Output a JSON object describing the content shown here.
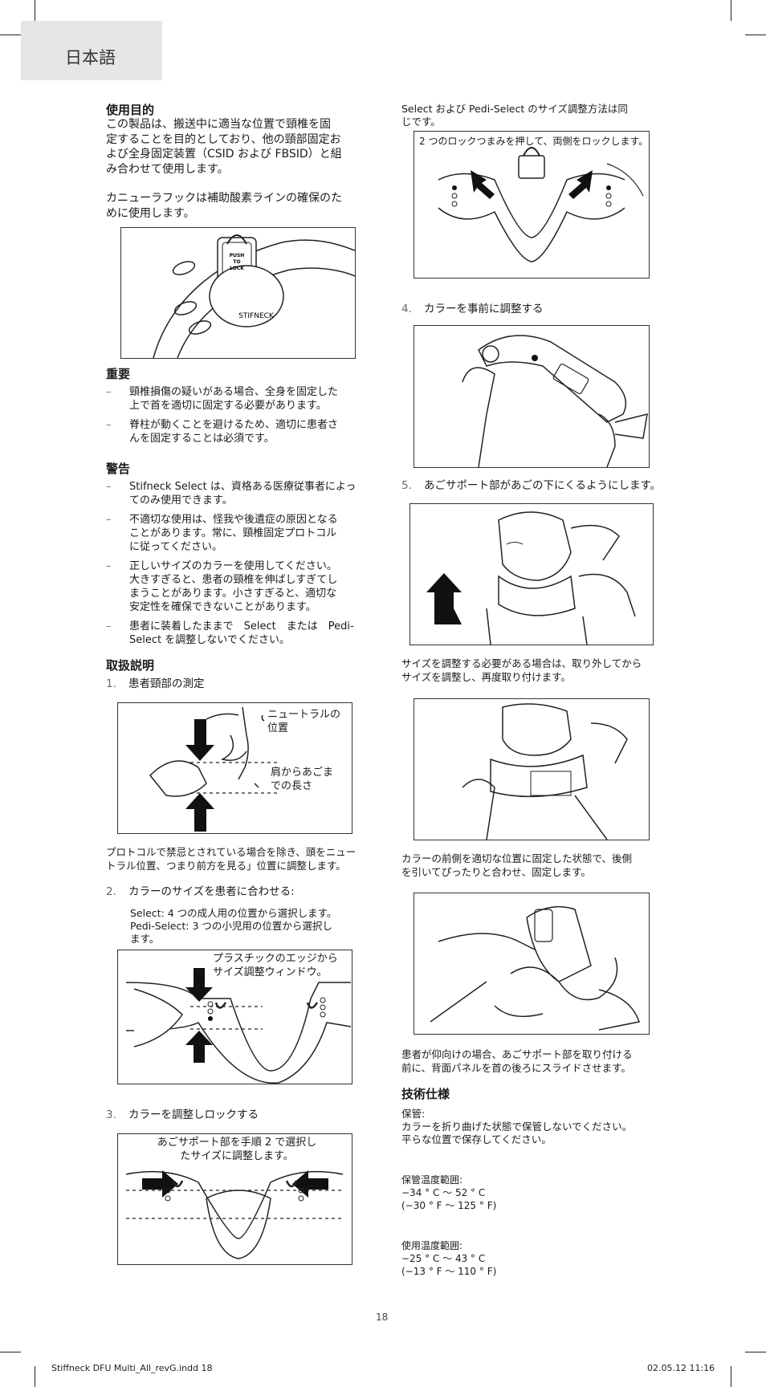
{
  "language_tab": "日本語",
  "left": {
    "purpose_heading": "使用目的",
    "purpose_text_lines": [
      "この製品は、搬送中に適当な位置で頸椎を固",
      "定することを目的としており、他の頸部固定お",
      "よび全身固定装置（CSID および FBSID）と組",
      "み合わせて使用します。"
    ],
    "cannula_lines": [
      "カニューラフックは補助酸素ラインの確保のた",
      "めに使用します。"
    ],
    "fig1_labels": {
      "push": "PUSH",
      "to": "TO",
      "lock": "LOCK",
      "brand": "STIFNECK"
    },
    "important_heading": "重要",
    "important_items": [
      [
        "頸椎損傷の疑いがある場合、全身を固定した",
        "上で首を適切に固定する必要があります。"
      ],
      [
        "脊柱が動くことを避けるため、適切に患者さ",
        "んを固定することは必須です。"
      ]
    ],
    "warning_heading": "警告",
    "warning_items": [
      [
        "Stifneck Select は、資格ある医療従事者によっ",
        "てのみ使用できます。"
      ],
      [
        "不適切な使用は、怪我や後遺症の原因となる",
        "ことがあります。常に、頸椎固定プロトコル",
        "に従ってください。"
      ],
      [
        "正しいサイズのカラーを使用してください。",
        "大きすぎると、患者の頸椎を伸ばしすぎてし",
        "まうことがあります。小さすぎると、適切な",
        "安定性を確保できないことがあります。"
      ],
      [
        "患者に装着したままで　Select　または　Pedi-",
        "Select を調整しないでください。"
      ]
    ],
    "dash": "–",
    "instructions_heading": "取扱説明",
    "step1_num": "1.",
    "step1_label": "患者頸部の測定",
    "fig2_neutral": [
      "ニュートラルの",
      "位置"
    ],
    "fig2_length": [
      "肩からあごま",
      "での長さ"
    ],
    "step1_text_lines": [
      "プロトコルで禁忌とされている場合を除き、頭をニュー",
      "トラル位置、つまり前方を見る」位置に調整します。"
    ],
    "step2_num": "2.",
    "step2_label": "カラーのサイズを患者に合わせる:",
    "step2_sub_lines": [
      "Select: 4 つの成人用の位置から選択します。",
      "Pedi-Select: 3 つの小児用の位置から選択し",
      "ます。"
    ],
    "fig3_label_lines": [
      "プラスチックのエッジから",
      "サイズ調整ウィンドウ。"
    ],
    "step3_num": "3.",
    "step3_label": "カラーを調整しロックする",
    "fig4_label_lines": [
      "あごサポート部を手順 2 で選択し",
      "たサイズに調整します。"
    ]
  },
  "right": {
    "intro_lines": [
      "Select および Pedi-Select のサイズ調整方法は同",
      "じです。"
    ],
    "fig5_label": "2 つのロックつまみを押して、両側をロックします。",
    "step4_num": "4.",
    "step4_label": "カラーを事前に調整する",
    "step5_num": "5.",
    "step5_label": "あごサポート部があごの下にくるようにします。",
    "resize_lines": [
      "サイズを調整する必要がある場合は、取り外してから",
      "サイズを調整し、再度取り付けます。"
    ],
    "back_lines": [
      "カラーの前側を適切な位置に固定した状態で、後側",
      "を引いてぴったりと合わせ、固定します。"
    ],
    "supine_lines": [
      "患者が仰向けの場合、あごサポート部を取り付ける",
      "前に、背面パネルを首の後ろにスライドさせます。"
    ],
    "tech_heading": "技術仕様",
    "storage_label": "保管:",
    "storage_lines": [
      "カラーを折り曲げた状態で保管しないでください。",
      "平らな位置で保存してください。"
    ],
    "storage_temp_label": "保管温度範囲:",
    "storage_temp_lines": [
      "−34 ° C ～ 52 ° C",
      "(−30 ° F ～ 125 ° F)"
    ],
    "use_temp_label": "使用温度範囲:",
    "use_temp_lines": [
      "−25 ° C ～ 43 ° C",
      "(−13 ° F ～ 110 ° F)"
    ]
  },
  "page_number": "18",
  "footer_left": "Stiffneck DFU Multi_All_revG.indd   18",
  "footer_right": "02.05.12   11:16"
}
